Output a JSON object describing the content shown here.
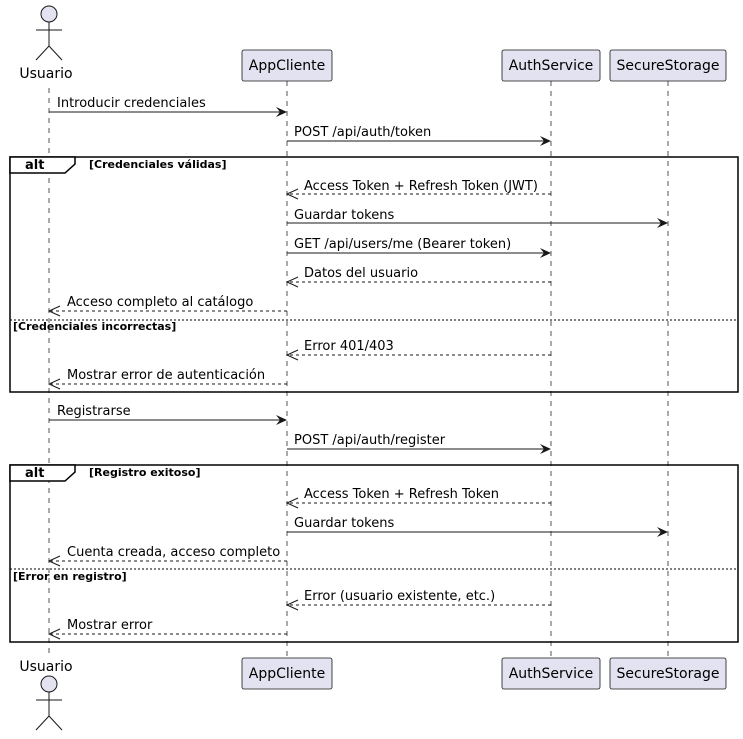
{
  "participants": [
    {
      "id": "usuario",
      "label": "Usuario",
      "kind": "actor"
    },
    {
      "id": "app",
      "label": "AppCliente",
      "kind": "box"
    },
    {
      "id": "auth",
      "label": "AuthService",
      "kind": "box"
    },
    {
      "id": "storage",
      "label": "SecureStorage",
      "kind": "box"
    }
  ],
  "messages": [
    {
      "from": "usuario",
      "to": "app",
      "text": "Introducir credenciales",
      "style": "solid"
    },
    {
      "from": "app",
      "to": "auth",
      "text": "POST /api/auth/token",
      "style": "solid"
    },
    {
      "from": "auth",
      "to": "app",
      "text": "Access Token + Refresh Token (JWT)",
      "style": "dashed"
    },
    {
      "from": "app",
      "to": "storage",
      "text": "Guardar tokens",
      "style": "solid"
    },
    {
      "from": "app",
      "to": "auth",
      "text": "GET /api/users/me (Bearer token)",
      "style": "solid"
    },
    {
      "from": "auth",
      "to": "app",
      "text": "Datos del usuario",
      "style": "dashed"
    },
    {
      "from": "app",
      "to": "usuario",
      "text": "Acceso completo al catálogo",
      "style": "dashed"
    },
    {
      "from": "auth",
      "to": "app",
      "text": "Error 401/403",
      "style": "dashed"
    },
    {
      "from": "app",
      "to": "usuario",
      "text": "Mostrar error de autenticación",
      "style": "dashed"
    },
    {
      "from": "usuario",
      "to": "app",
      "text": "Registrarse",
      "style": "solid"
    },
    {
      "from": "app",
      "to": "auth",
      "text": "POST /api/auth/register",
      "style": "solid"
    },
    {
      "from": "auth",
      "to": "app",
      "text": "Access Token + Refresh Token",
      "style": "dashed"
    },
    {
      "from": "app",
      "to": "storage",
      "text": "Guardar tokens",
      "style": "solid"
    },
    {
      "from": "app",
      "to": "usuario",
      "text": "Cuenta creada, acceso completo",
      "style": "dashed"
    },
    {
      "from": "auth",
      "to": "app",
      "text": "Error (usuario existente, etc.)",
      "style": "dashed"
    },
    {
      "from": "app",
      "to": "usuario",
      "text": "Mostrar error",
      "style": "dashed"
    }
  ],
  "fragments": [
    {
      "keyword": "alt",
      "guard": "[Credenciales válidas]",
      "else_guard": "[Credenciales incorrectas]"
    },
    {
      "keyword": "alt",
      "guard": "[Registro exitoso]",
      "else_guard": "[Error en registro]"
    }
  ]
}
